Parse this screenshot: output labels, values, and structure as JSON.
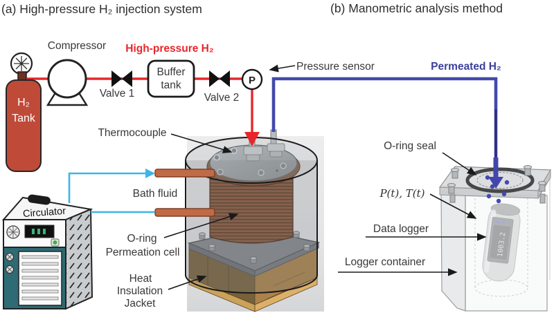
{
  "titles": {
    "panel_a": "(a) High-pressure H₂ injection system",
    "panel_b": "(b) Manometric analysis method"
  },
  "injection_system": {
    "h2_tank": {
      "line1": "H₂",
      "line2": "Tank"
    },
    "compressor_label": "Compressor",
    "high_pressure_h2_label": "High-pressure H₂",
    "valve1_label": "Valve 1",
    "buffer_tank": {
      "line1": "Buffer",
      "line2": "tank"
    },
    "valve2_label": "Valve 2",
    "pressure_sensor_symbol": "P",
    "pressure_sensor_label": "Pressure sensor",
    "thermocouple_label": "Thermocouple",
    "bath_fluid_label": "Bath fluid",
    "oring_label": "O-ring",
    "permeation_cell_label": "Permeation cell",
    "heat_insulation_jacket": {
      "line1": "Heat",
      "line2": "Insulation",
      "line3": "Jacket"
    },
    "circulator_label": "Circulator"
  },
  "manometric_method": {
    "permeated_h2_label": "Permeated H₂",
    "oring_seal_label": "O-ring seal",
    "pt_label": "P(t), T(t)",
    "data_logger_label": "Data logger",
    "logger_container_label": "Logger container",
    "logger_display_value": "1003.2"
  },
  "colors": {
    "high_pressure_line": "#e8262a",
    "permeated_line": "#4449ab",
    "permeated_text": "#3b3f9c",
    "bath_fluid_line": "#3db5e8",
    "tank_fill": "#c04a38",
    "teal_panel": "#2e6b74",
    "copper_tube": "#c06b47",
    "label_text": "#383838"
  }
}
